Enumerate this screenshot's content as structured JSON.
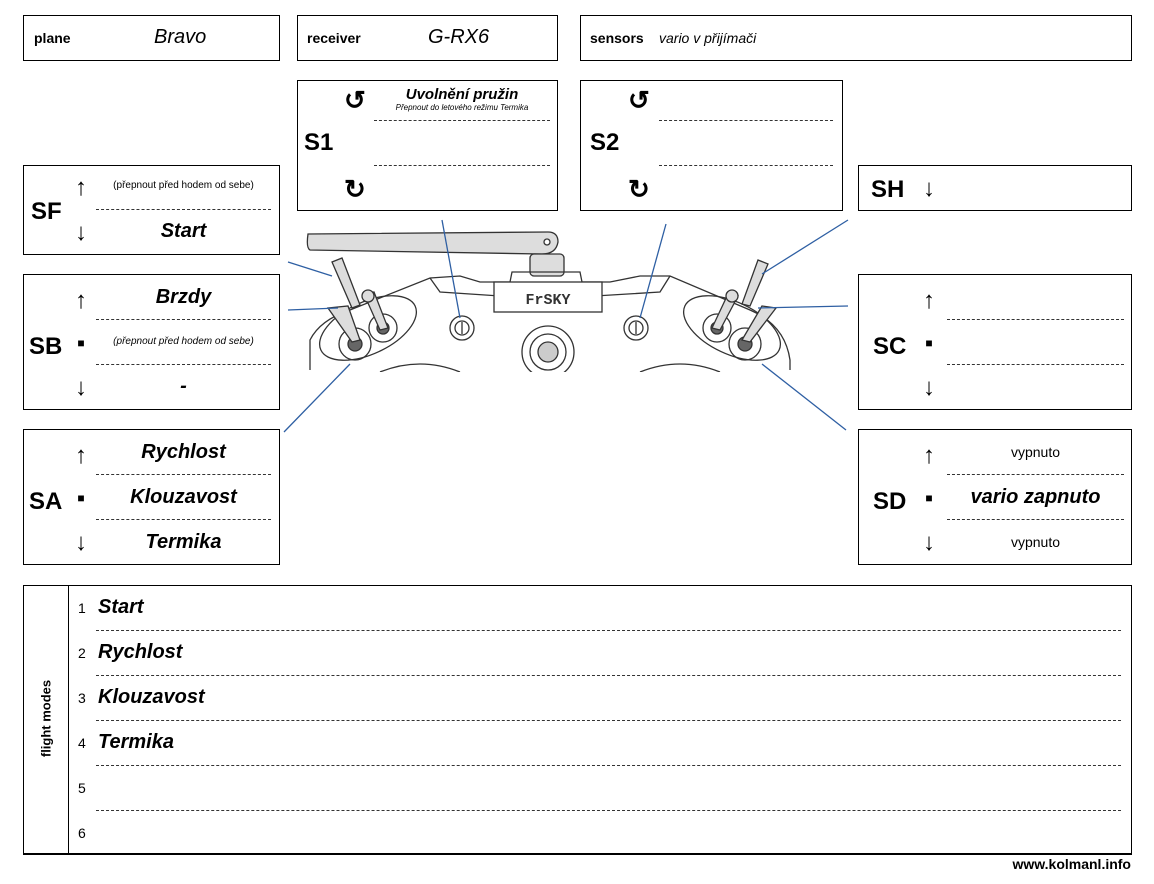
{
  "header": {
    "plane_label": "plane",
    "plane_value": "Bravo",
    "receiver_label": "receiver",
    "receiver_value": "G-RX6",
    "sensors_label": "sensors",
    "sensors_value": "vario v přijímači"
  },
  "switches": {
    "S1": {
      "name": "S1",
      "ccw_title": "Uvolnění pružin",
      "ccw_note": "Přepnout do letového režimu Termika",
      "cw": ""
    },
    "S2": {
      "name": "S2",
      "ccw": "",
      "cw": ""
    },
    "SF": {
      "name": "SF",
      "up": "(přepnout před hodem od sebe)",
      "down": "Start"
    },
    "SH": {
      "name": "SH",
      "down": ""
    },
    "SB": {
      "name": "SB",
      "up": "Brzdy",
      "mid": "(přepnout před hodem od sebe)",
      "down": "-"
    },
    "SC": {
      "name": "SC",
      "up": "",
      "mid": "",
      "down": ""
    },
    "SA": {
      "name": "SA",
      "up": "Rychlost",
      "mid": "Klouzavost",
      "down": "Termika"
    },
    "SD": {
      "name": "SD",
      "up": "vypnuto",
      "mid": "vario zapnuto",
      "down": "vypnuto"
    }
  },
  "symbols": {
    "up": "↑",
    "down": "↓",
    "mid": "■",
    "ccw": "↺",
    "cw": "↻"
  },
  "radio": {
    "brand": "FrSKY",
    "line_color": "#2e5fa3"
  },
  "flight_modes": {
    "title": "flight modes",
    "modes": [
      {
        "num": "1",
        "name": "Start"
      },
      {
        "num": "2",
        "name": "Rychlost"
      },
      {
        "num": "3",
        "name": "Klouzavost"
      },
      {
        "num": "4",
        "name": "Termika"
      },
      {
        "num": "5",
        "name": ""
      },
      {
        "num": "6",
        "name": ""
      }
    ]
  },
  "footer": {
    "url": "www.kolmanl.info"
  }
}
